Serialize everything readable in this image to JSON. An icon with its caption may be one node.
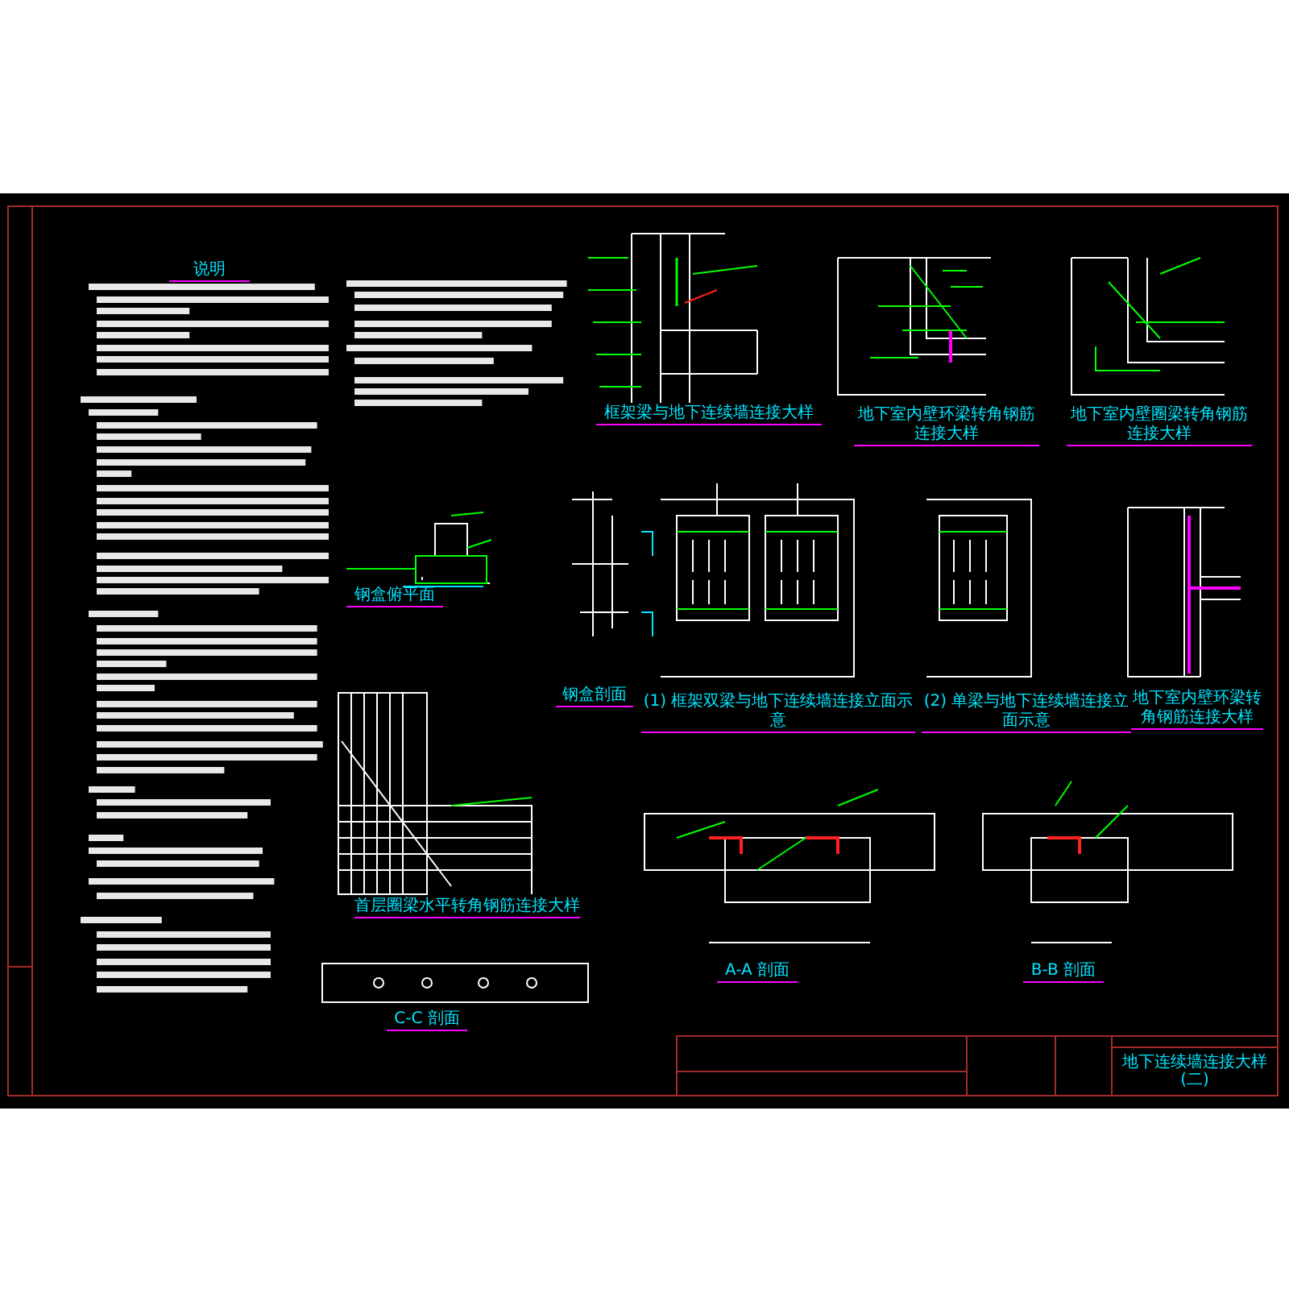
{
  "diagram": {
    "labels": [
      "说明",
      "框架梁与地下连续墙连接大样",
      "地下室内壁环梁转角钢筋连接大样",
      "地下室内壁圈梁转角钢筋连接大样",
      "钢盒俯平面",
      "钢盒剖面",
      "(1) 框架双梁与地下连续墙连接立面示意",
      "(2) 单梁与地下连续墙连接立面示意",
      "地下室内壁环梁转角钢筋连接大样",
      "首层圈梁水平转角钢筋连接大样",
      "C-C 剖面",
      "A-A 剖面",
      "B-B 剖面",
      "地下连续墙连接大样(二)"
    ]
  }
}
